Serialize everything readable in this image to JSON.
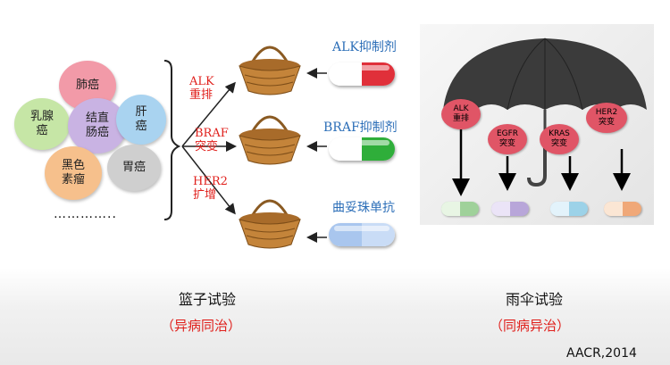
{
  "basket": {
    "cancers": [
      {
        "label": "肺癌",
        "color": "#f29aa8"
      },
      {
        "label": "乳腺\n癌",
        "color": "#c6e6a6"
      },
      {
        "label": "结直\n肠癌",
        "color": "#c9b3e3"
      },
      {
        "label": "肝\n癌",
        "color": "#a9d3f0"
      },
      {
        "label": "黑色\n素瘤",
        "color": "#f6c08c"
      },
      {
        "label": "胃癌",
        "color": "#cfcfcf"
      }
    ],
    "ellipsis": "…………..",
    "alterations": [
      "ALK\n重排",
      "BRAF\n突变",
      "HER2\n扩增"
    ],
    "drugs": [
      {
        "label": "ALK抑制剂",
        "pill_left": "#ffffff",
        "pill_right": "#e0303a"
      },
      {
        "label": "BRAF抑制剂",
        "pill_left": "#ffffff",
        "pill_right": "#2fae3a"
      },
      {
        "label": "曲妥珠单抗",
        "pill_left": "#a9c6ee",
        "pill_right": "#c9dcf6"
      }
    ],
    "title": "篮子试验",
    "subtitle": "（异病同治）"
  },
  "umbrella": {
    "genes": [
      "ALK\n重排",
      "EGFR\n突变",
      "KRAS\n突变",
      "HER2\n突变"
    ],
    "pill_colors": [
      "#9fd19a",
      "#b8a6d9",
      "#9cd2e8",
      "#f0a878"
    ],
    "title": "雨伞试验",
    "subtitle": "（同病异治）"
  },
  "citation": "AACR,2014"
}
